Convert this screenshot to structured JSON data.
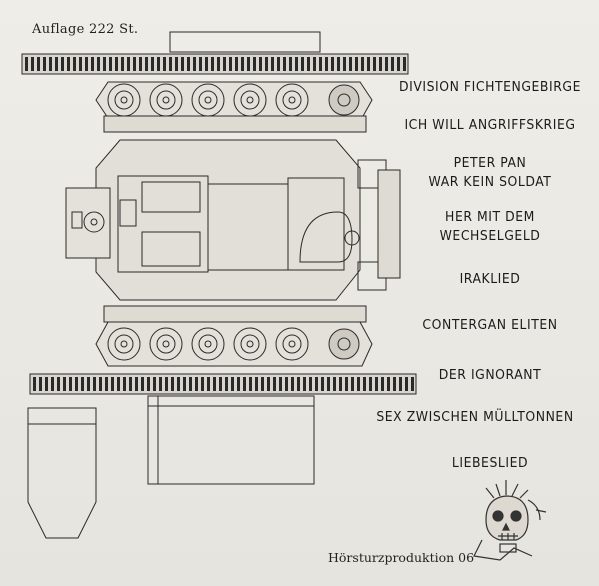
{
  "edition_note": "Auflage 222 St.",
  "tracks": [
    "DIVISION FICHTENGEBIRGE",
    "ICH WILL ANGRIFFSKRIEG",
    "PETER PAN\nWAR KEIN SOLDAT",
    "HER MIT DEM\nWECHSELGELD",
    "IRAKLIED",
    "CONTERGAN ELITEN",
    "DER IGNORANT",
    "SEX ZWISCHEN MÜLLTONNEN",
    "LIEBESLIED"
  ],
  "label": "Hörsturzproduktion 06",
  "colors": {
    "paper": "#e9e7e1",
    "ink": "#1b1b1b"
  },
  "icons": [
    "tank-cutout-drawing",
    "skull-logo-icon"
  ]
}
